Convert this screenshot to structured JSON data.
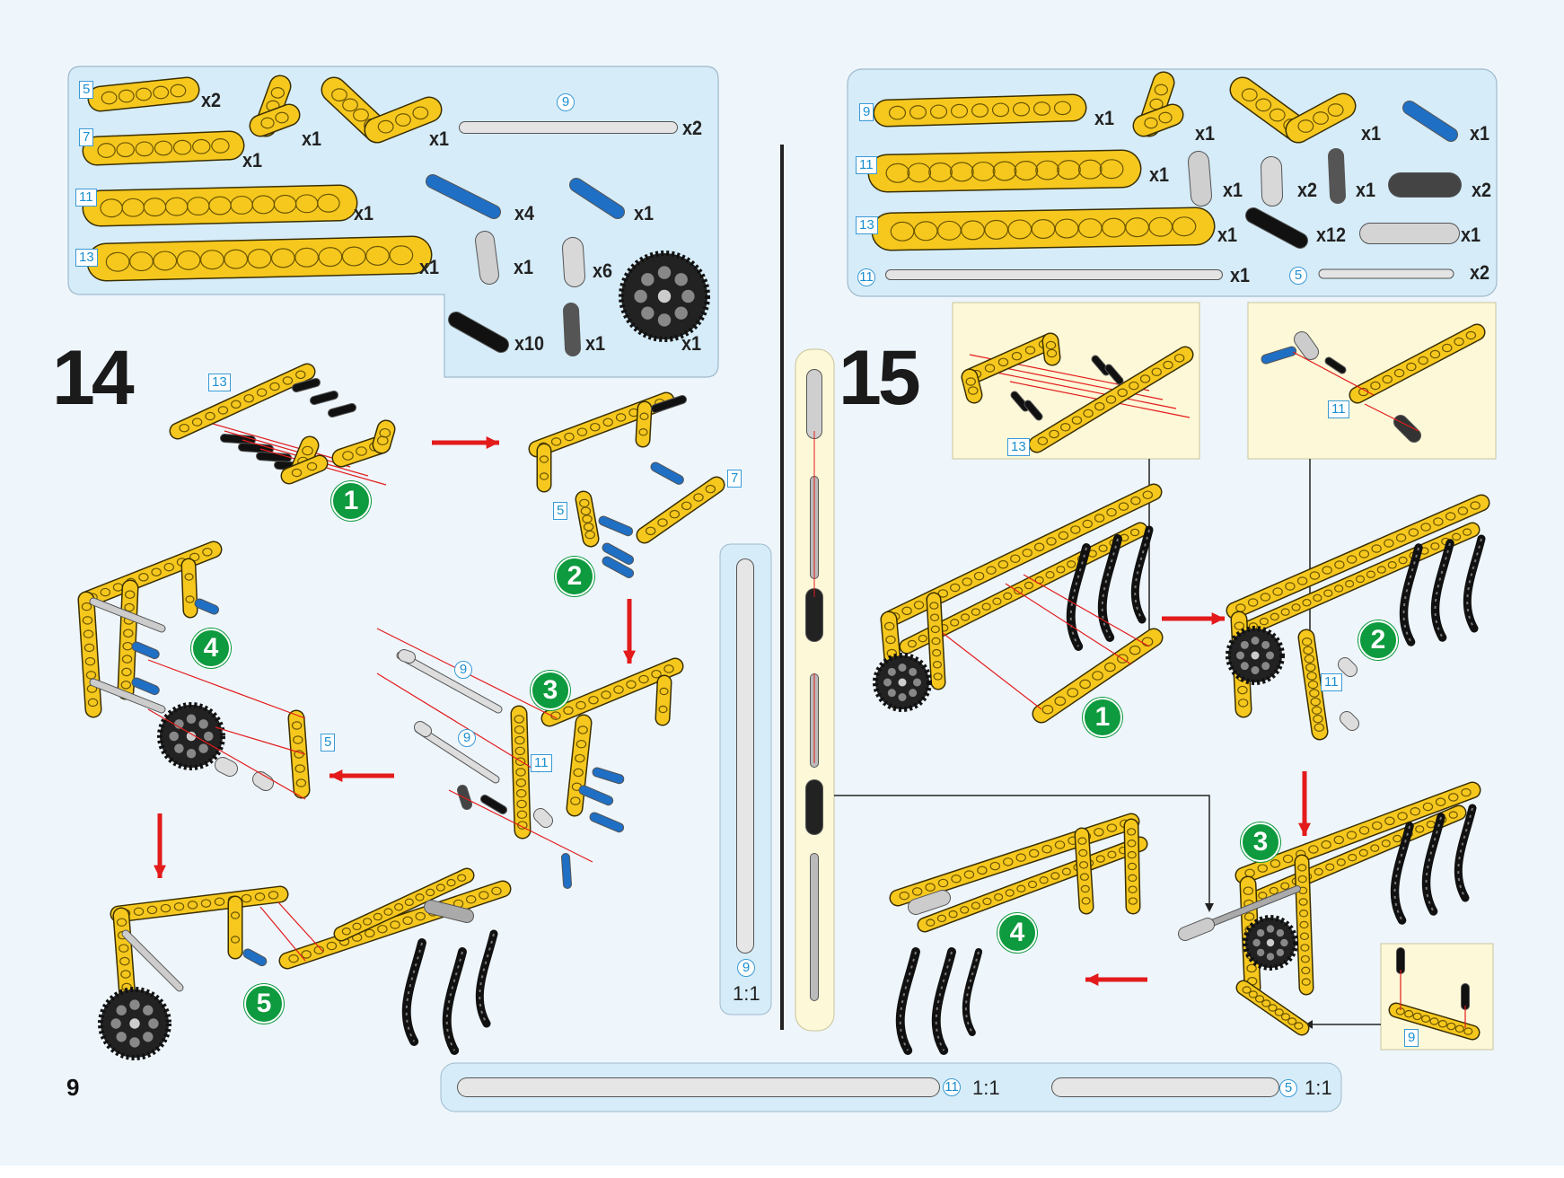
{
  "page_number": "9",
  "step14": {
    "number": "14",
    "parts": [
      {
        "size": "5",
        "qty": "x2"
      },
      {
        "size": "7",
        "qty": "x1"
      },
      {
        "size": "11",
        "qty": "x1"
      },
      {
        "size": "13",
        "qty": "x1"
      },
      {
        "name": "small-angle-beam",
        "qty": "x1"
      },
      {
        "name": "l-beam",
        "qty": "x1"
      },
      {
        "name": "axle",
        "size": "9",
        "qty": "x2"
      },
      {
        "name": "blue-long-pin",
        "qty": "x4"
      },
      {
        "name": "blue-pin",
        "qty": "x1"
      },
      {
        "name": "gray-connector",
        "qty": "x1"
      },
      {
        "name": "bush",
        "qty": "x6"
      },
      {
        "name": "black-pin",
        "qty": "x10"
      },
      {
        "name": "dark-connector",
        "qty": "x1"
      },
      {
        "name": "gear",
        "qty": "x1"
      }
    ],
    "substeps": [
      "1",
      "2",
      "3",
      "4",
      "5"
    ],
    "labels": {
      "beam13": "13",
      "beam7": "7",
      "beam5a": "5",
      "axle9a": "9",
      "axle9b": "9",
      "beam5b": "5",
      "beam11": "11"
    }
  },
  "step15": {
    "number": "15",
    "parts": [
      {
        "size": "9",
        "qty": "x1"
      },
      {
        "size": "11",
        "qty": "x1"
      },
      {
        "size": "13",
        "qty": "x1"
      },
      {
        "name": "small-angle-beam",
        "qty": "x1"
      },
      {
        "name": "l-beam",
        "qty": "x1"
      },
      {
        "name": "blue-pin",
        "qty": "x1"
      },
      {
        "name": "gray-connector",
        "qty": "x1"
      },
      {
        "name": "bush",
        "qty": "x2"
      },
      {
        "name": "dark-connector",
        "qty": "x1"
      },
      {
        "name": "dark-bush",
        "qty": "x2"
      },
      {
        "name": "black-pin",
        "qty": "x12"
      },
      {
        "name": "universal-joint",
        "qty": "x1"
      },
      {
        "name": "axle",
        "size": "11",
        "qty": "x1"
      },
      {
        "name": "axle",
        "size": "5",
        "qty": "x2"
      }
    ],
    "substeps": [
      "1",
      "2",
      "3",
      "4"
    ],
    "labels": {
      "callout1": "13",
      "callout2": "11",
      "beam11": "11",
      "callout3": "9"
    }
  },
  "scales": {
    "vertical": {
      "size": "9",
      "ratio": "1:1"
    },
    "bottom": [
      {
        "size": "11",
        "ratio": "1:1"
      },
      {
        "size": "5",
        "ratio": "1:1"
      }
    ]
  },
  "colors": {
    "yellow": "#f6c81e",
    "blue": "#1f6fc4",
    "green": "#0e9a3e",
    "red": "#e31b1b",
    "panel": "#d6ecf9",
    "callout": "#fdf8d8"
  }
}
